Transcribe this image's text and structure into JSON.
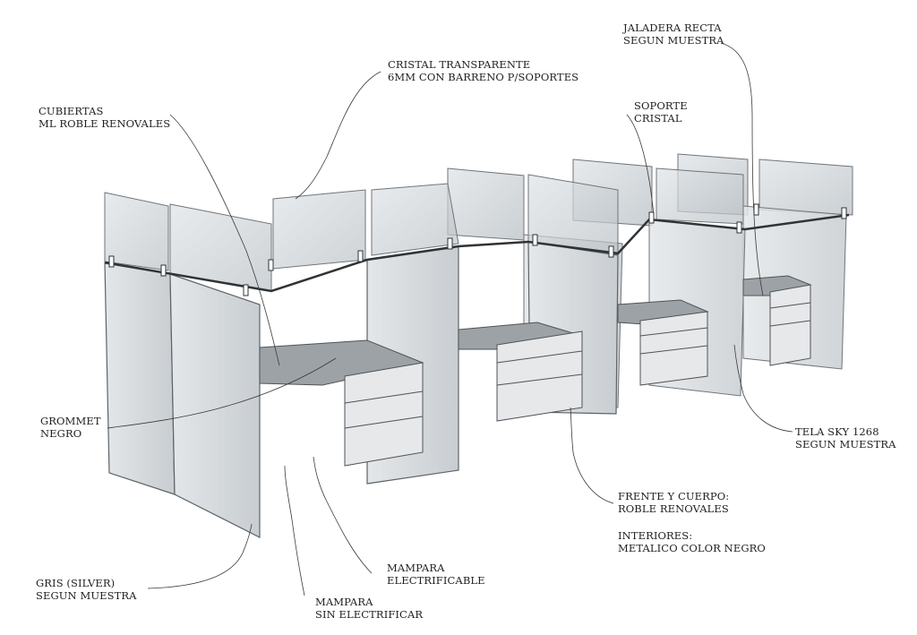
{
  "labels": {
    "cristal": [
      "CRISTAL TRANSPARENTE",
      "6MM CON BARRENO P/SOPORTES"
    ],
    "jaladera": [
      "JALADERA RECTA",
      "SEGUN MUESTRA"
    ],
    "cubiertas": [
      "CUBIERTAS",
      "ML ROBLE RENOVALES"
    ],
    "soporte": [
      "SOPORTE",
      "CRISTAL"
    ],
    "grommet": [
      "GROMMET",
      "NEGRO"
    ],
    "tela": [
      "TELA SKY 1268",
      "SEGUN MUESTRA"
    ],
    "frente": [
      "FRENTE Y CUERPO:",
      "ROBLE RENOVALES"
    ],
    "interiores": [
      "INTERIORES:",
      "METALICO COLOR NEGRO"
    ],
    "mampara_elec": [
      "MAMPARA",
      "ELECTRIFICABLE"
    ],
    "gris": [
      "GRIS (SILVER)",
      "SEGUN MUESTRA"
    ],
    "mampara_sin": [
      "MAMPARA",
      "SIN ELECTRIFICAR"
    ]
  },
  "colors": {
    "line": "#3a3a3a",
    "glass": "#c9cfd4",
    "panel": "#d7dbde",
    "frame": "#8c9196",
    "desk": "#9fa4a8",
    "drawer": "#e6e8ea"
  }
}
